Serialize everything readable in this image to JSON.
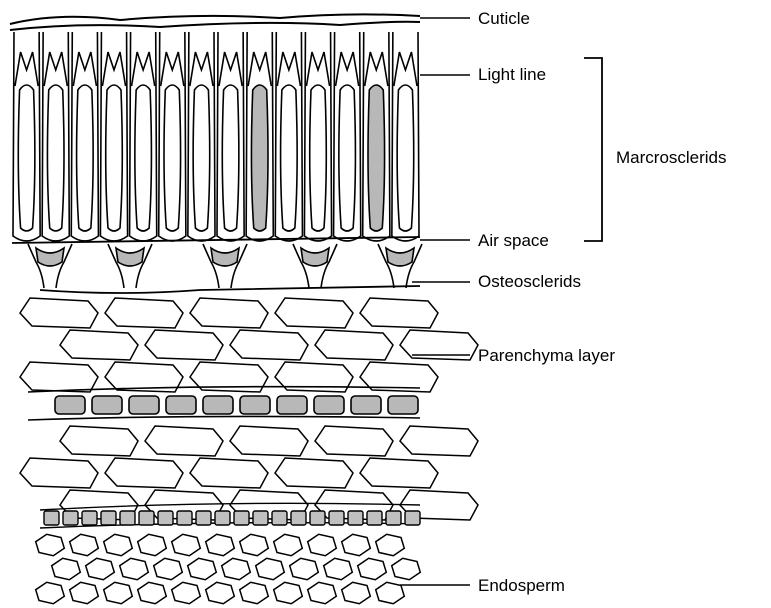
{
  "labels": {
    "cuticle": "Cuticle",
    "light_line": "Light line",
    "macrosclerids": "Marcrosclerids",
    "air_space": "Air space",
    "osteosclerids": "Osteosclerids",
    "parenchyma": "Parenchyma layer",
    "endosperm": "Endosperm"
  },
  "colors": {
    "ink": "#000000",
    "shade": "#b8b8b8",
    "paper": "#ffffff"
  }
}
